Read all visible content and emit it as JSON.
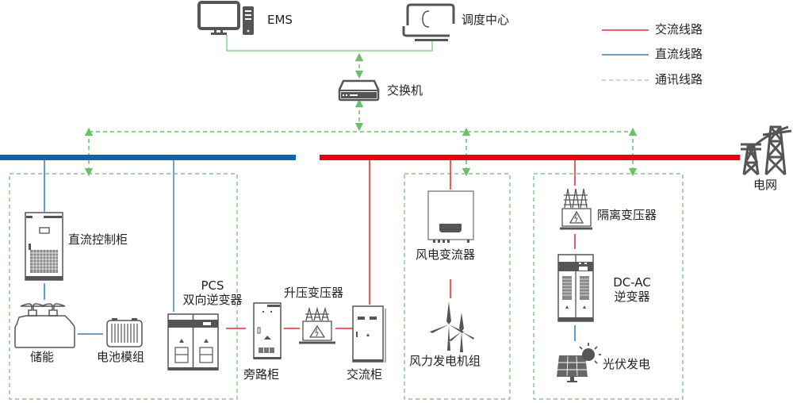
{
  "colors": {
    "ac": "#e60012",
    "dc": "#0d65b0",
    "dc_light": "#6fa3d6",
    "comm": "#6bbf6b",
    "icon": "#555555"
  },
  "legend": {
    "items": [
      {
        "key": "ac",
        "label": "交流线路",
        "style": "solid"
      },
      {
        "key": "dc",
        "label": "直流线路",
        "style": "solid"
      },
      {
        "key": "comm",
        "label": "通讯线路",
        "style": "dashed"
      }
    ]
  },
  "nodes": {
    "ems": {
      "label": "EMS",
      "icon": "desktop-computer-icon"
    },
    "dispatch": {
      "label": "调度中心",
      "icon": "monitor-icon"
    },
    "switch": {
      "label": "交换机",
      "icon": "network-switch-icon"
    },
    "grid": {
      "label": "电网",
      "icon": "transmission-tower-icon"
    },
    "dc_control": {
      "label": "直流控制柜",
      "icon": "cabinet-icon"
    },
    "storage": {
      "label": "储能",
      "icon": "energy-storage-icon"
    },
    "battery": {
      "label": "电池模组",
      "icon": "battery-module-icon"
    },
    "pcs": {
      "label_line1": "PCS",
      "label_line2": "双向逆变器",
      "icon": "pcs-inverter-icon"
    },
    "bypass": {
      "label": "旁路柜",
      "icon": "bypass-cabinet-icon"
    },
    "step_up": {
      "label": "升压变压器",
      "icon": "transformer-icon"
    },
    "ac_cabinet": {
      "label": "交流柜",
      "icon": "ac-cabinet-icon"
    },
    "wind_converter": {
      "label": "风电变流器",
      "icon": "converter-icon"
    },
    "wind_turbine": {
      "label": "风力发电机组",
      "icon": "wind-turbine-icon"
    },
    "isolation": {
      "label": "隔离变压器",
      "icon": "transformer-icon"
    },
    "dcac": {
      "label_line1": "DC-AC",
      "label_line2": "逆变器",
      "icon": "inverter-cabinet-icon"
    },
    "pv": {
      "label": "光伏发电",
      "icon": "solar-panel-icon"
    }
  }
}
